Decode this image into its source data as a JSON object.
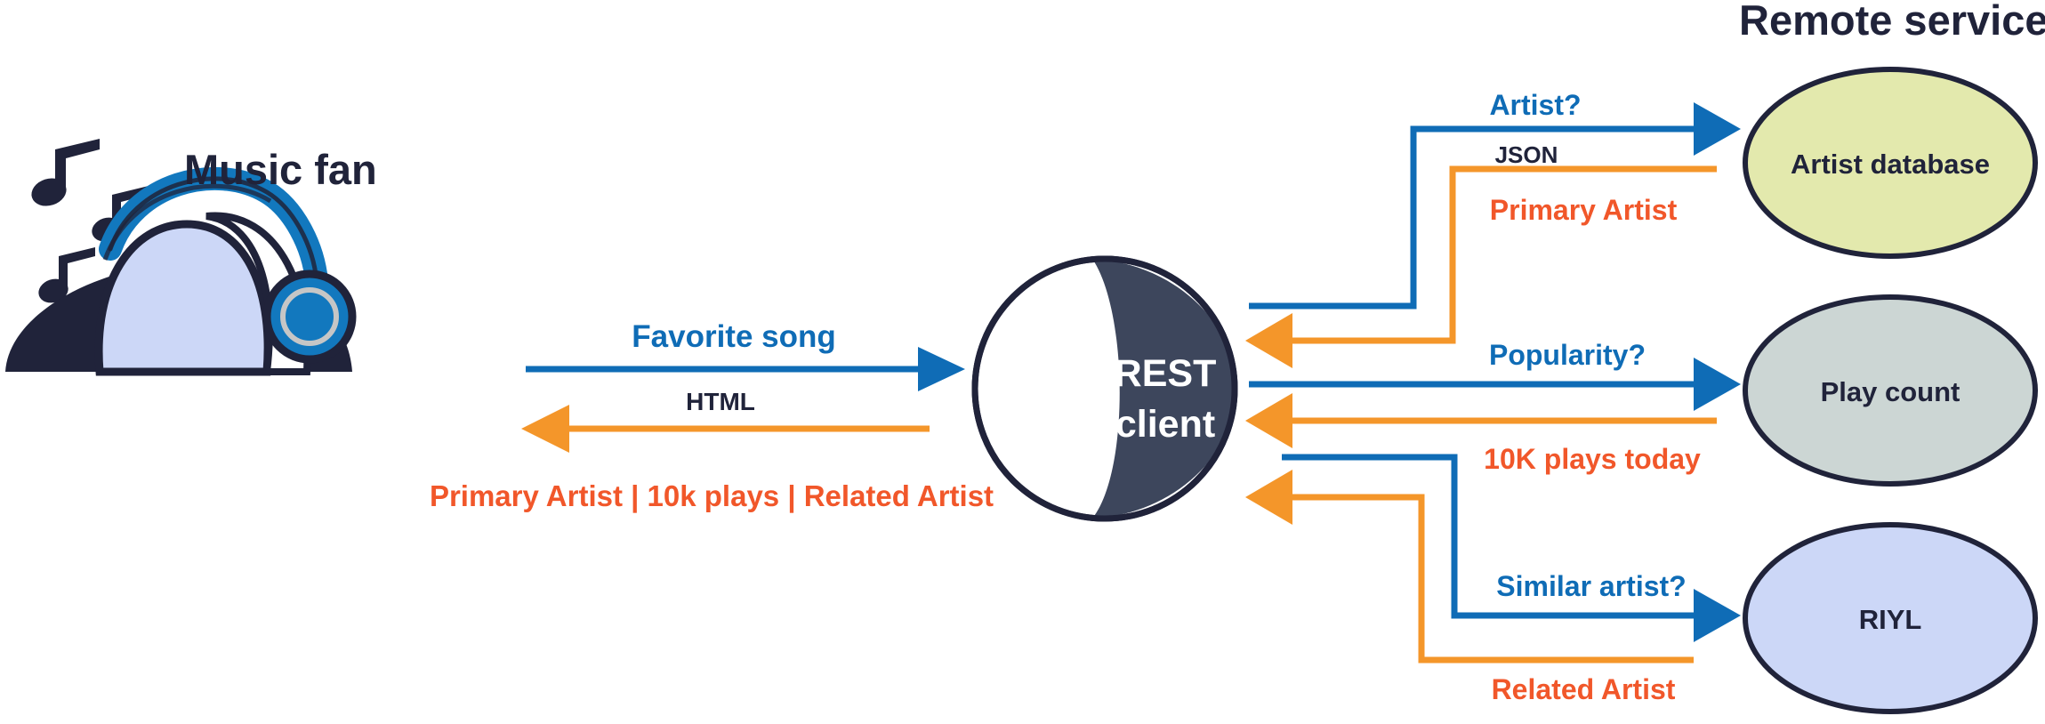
{
  "diagram": {
    "title_right": "Remote services",
    "actor": {
      "label": "Music fan",
      "icon": "person-with-headphones-icon",
      "notes_icon": "music-notes-icon"
    },
    "client": {
      "label_line1": "REST",
      "label_line2": "client",
      "icon": "sphere-icon"
    },
    "services": [
      {
        "label": "Artist database",
        "color": "#e3e9ad"
      },
      {
        "label": "Play count",
        "color": "#ccd6d4"
      },
      {
        "label": "RIYL",
        "color": "#ccd7f7"
      }
    ],
    "flows": {
      "user_to_client": {
        "request_label": "Favorite song",
        "format_label": "HTML",
        "response_label": "Primary Artist | 10k plays | Related Artist"
      },
      "client_to_artist_db": {
        "request_label": "Artist?",
        "format_label": "JSON",
        "response_label": "Primary Artist"
      },
      "client_to_play_count": {
        "request_label": "Popularity?",
        "response_label": "10K plays today"
      },
      "client_to_riyl": {
        "request_label": "Similar artist?",
        "response_label": "Related Artist"
      }
    },
    "colors": {
      "request_blue": "#0f6cb6",
      "response_orange": "#f4962a",
      "text_orange": "#f1572a",
      "dark": "#20233a",
      "headphone_blue": "#1278be",
      "skin_light": "#ccd7f7"
    }
  }
}
